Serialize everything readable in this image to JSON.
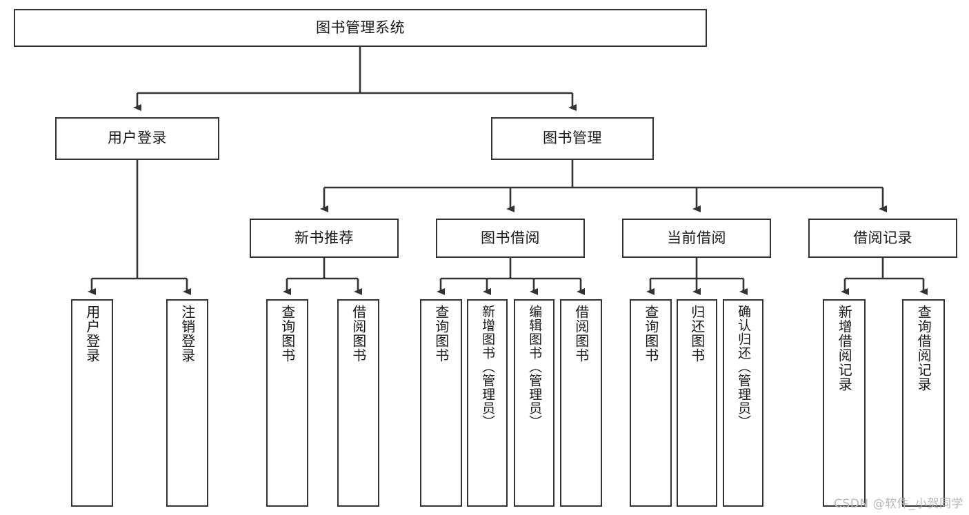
{
  "diagram": {
    "type": "tree",
    "title": "图书管理系统",
    "watermark": "CSDN @软件_小贺同学",
    "root": {
      "label": "图书管理系统"
    },
    "level2": [
      {
        "label": "用户登录"
      },
      {
        "label": "图书管理"
      }
    ],
    "level3": [
      {
        "label": "新书推荐"
      },
      {
        "label": "图书借阅"
      },
      {
        "label": "当前借阅"
      },
      {
        "label": "借阅记录"
      }
    ],
    "leaves": {
      "user_login": [
        {
          "label": "用户登录"
        },
        {
          "label": "注销登录"
        }
      ],
      "new_book_recommend": [
        {
          "label": "查询图书"
        },
        {
          "label": "借阅图书"
        }
      ],
      "book_borrow": [
        {
          "label": "查询图书"
        },
        {
          "label": "新增图书（管理员）"
        },
        {
          "label": "编辑图书（管理员）"
        },
        {
          "label": "借阅图书"
        }
      ],
      "current_borrow": [
        {
          "label": "查询图书"
        },
        {
          "label": "归还图书"
        },
        {
          "label": "确认归还（管理员）"
        }
      ],
      "borrow_record": [
        {
          "label": "新增借阅记录"
        },
        {
          "label": "查询借阅记录"
        }
      ]
    },
    "colors": {
      "stroke": "#333333",
      "fill": "#ffffff",
      "text": "#1a1a1a",
      "watermark": "#b8b8b8"
    }
  }
}
